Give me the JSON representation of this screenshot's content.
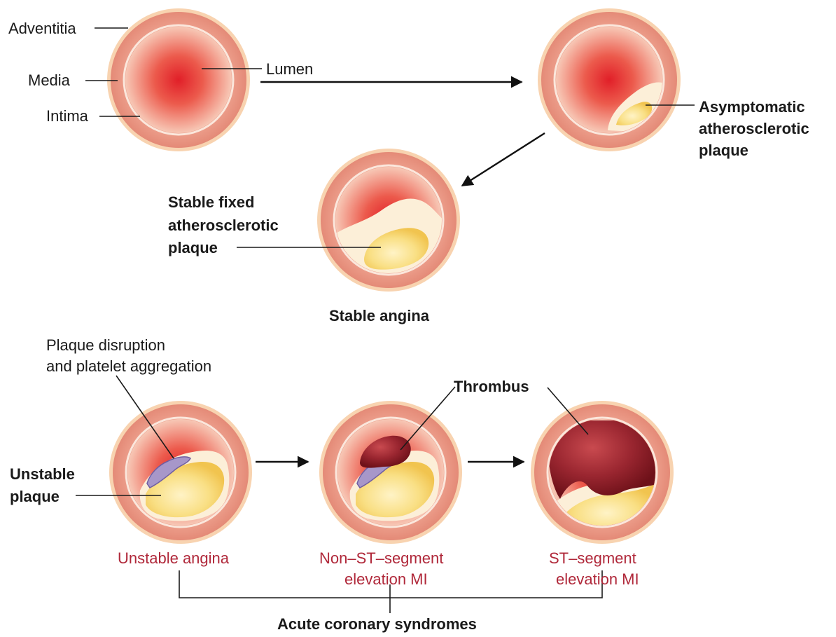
{
  "labels": {
    "adventitia": "Adventitia",
    "media": "Media",
    "intima": "Intima",
    "lumen": "Lumen",
    "asymptomatic_1": "Asymptomatic",
    "asymptomatic_2": "atherosclerotic",
    "asymptomatic_3": "plaque",
    "stable_fixed_1": "Stable fixed",
    "stable_fixed_2": "atherosclerotic",
    "stable_fixed_3": "plaque",
    "stable_angina": "Stable angina",
    "disruption_1": "Plaque disruption",
    "disruption_2": "and platelet aggregation",
    "thrombus": "Thrombus",
    "unstable_plaque_1": "Unstable",
    "unstable_plaque_2": "plaque",
    "unstable_angina": "Unstable angina",
    "nstemi_1": "Non–ST–segment",
    "nstemi_2": "elevation MI",
    "stemi_1": "ST–segment",
    "stemi_2": "elevation MI",
    "acs": "Acute coronary syndromes"
  },
  "colors": {
    "adventitia": "#f6c9a2",
    "media": "#ea9a86",
    "intima_line": "#fbe6da",
    "lumen_center": "#e5262c",
    "lumen_edge": "#f6bfae",
    "plaque_cap": "#fbf1d9",
    "plaque_core": "#f7d56a",
    "platelets": "#a797c9",
    "thrombus": "#8c1d26",
    "syndrome_text": "#b0283a"
  }
}
